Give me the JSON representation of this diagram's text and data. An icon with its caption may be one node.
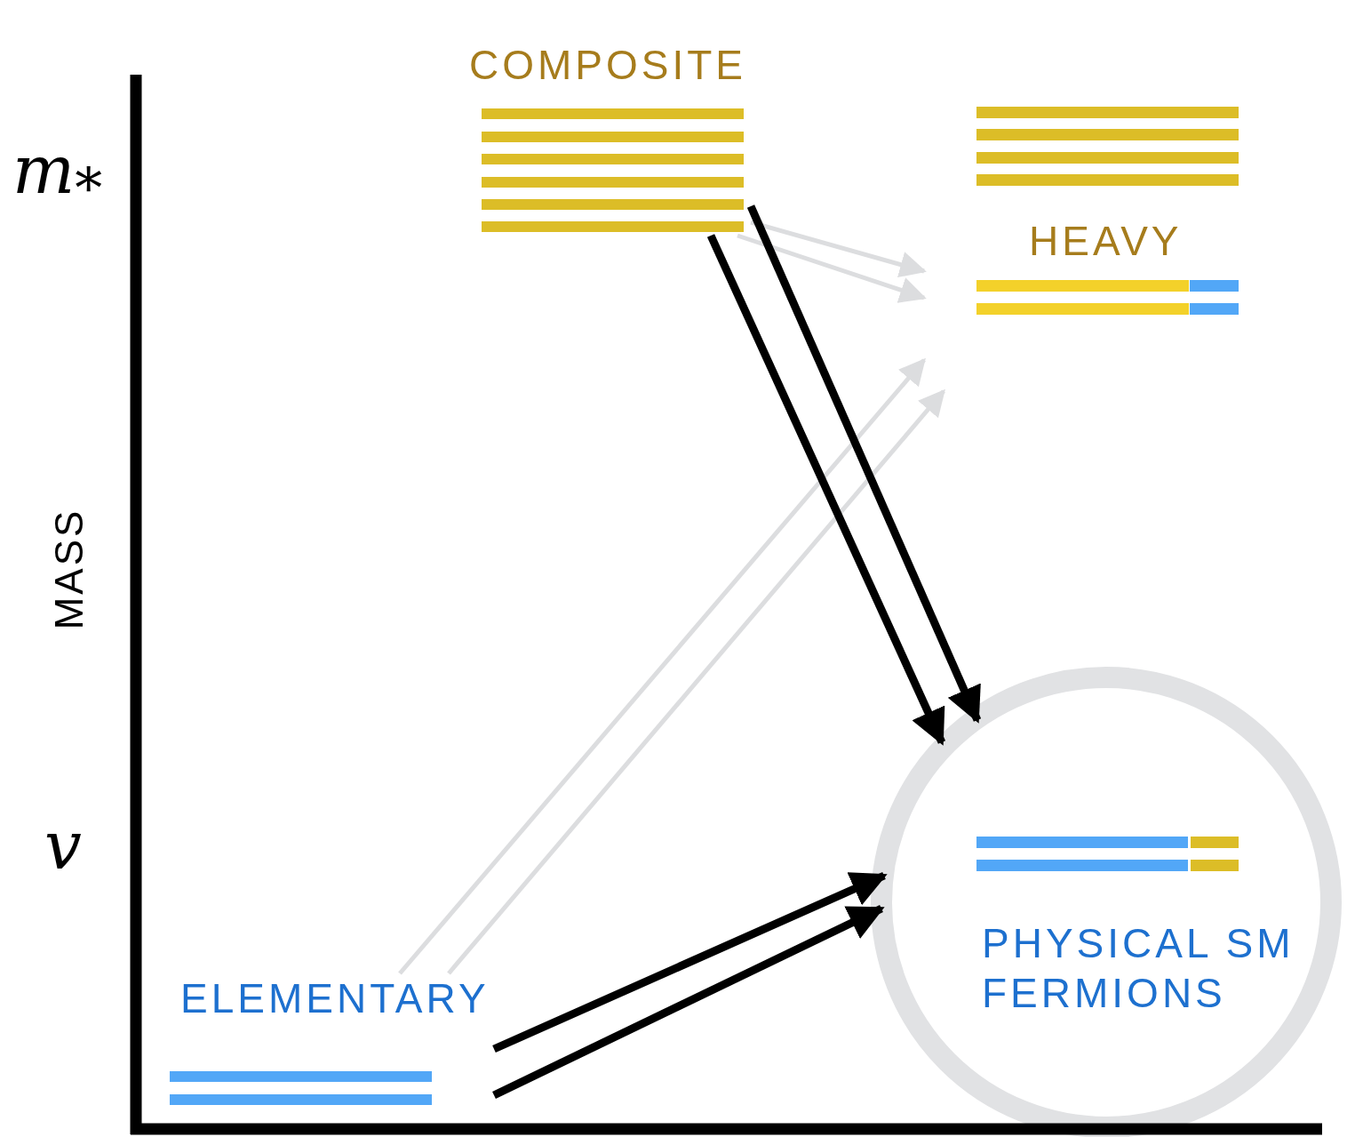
{
  "diagram": {
    "nodes": [
      {
        "text": [
          "COMPOSITE"
        ]
      },
      {
        "text": [
          "HEAVY"
        ]
      },
      {
        "text": [
          "ELEMENTARY"
        ]
      },
      {
        "text": [
          "PHYSICAL SM FERMIONS"
        ]
      }
    ],
    "edges": [
      {
        "from": 0,
        "to": 1,
        "arrow": "to",
        "color": "#dcdddf"
      },
      {
        "from": 0,
        "to": 1,
        "arrow": "to",
        "color": "#dcdddf"
      },
      {
        "from": 2,
        "to": 1,
        "arrow": "to",
        "color": "#dcdddf"
      },
      {
        "from": 2,
        "to": 1,
        "arrow": "to",
        "color": "#dcdddf"
      },
      {
        "from": 0,
        "to": 3,
        "arrow": "to",
        "style": "thick",
        "color": "#000000"
      },
      {
        "from": 0,
        "to": 3,
        "arrow": "to",
        "style": "thick",
        "color": "#000000"
      },
      {
        "from": 2,
        "to": 3,
        "arrow": "to",
        "style": "thick",
        "color": "#000000"
      },
      {
        "from": 2,
        "to": 3,
        "arrow": "to",
        "style": "thick",
        "color": "#000000"
      }
    ],
    "labels": [
      "m$_{*}$",
      "MASS",
      "v"
    ]
  }
}
